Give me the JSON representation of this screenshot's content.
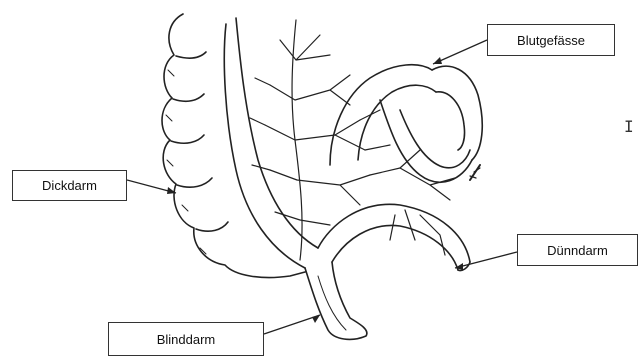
{
  "labels": {
    "blutgefaesse": "Blutgefässe",
    "dickdarm": "Dickdarm",
    "duenndarm": "Dünndarm",
    "blinddarm": "Blinddarm"
  },
  "cursor_glyph": "I"
}
